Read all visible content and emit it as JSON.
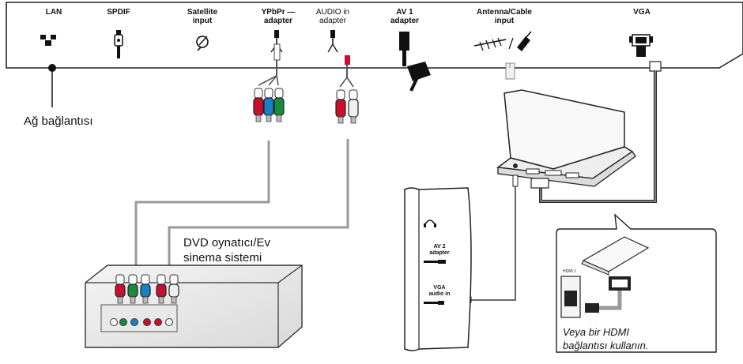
{
  "ports": [
    {
      "id": "lan",
      "lines": [
        "LAN"
      ],
      "icon": "network-icon"
    },
    {
      "id": "spdif",
      "lines": [
        "SPDIF"
      ],
      "icon": "rca-plug-icon"
    },
    {
      "id": "satellite",
      "lines": [
        "Satellite",
        "input"
      ],
      "icon": "satellite-dish-icon"
    },
    {
      "id": "ypbpr",
      "lines": [
        "YPbPr —",
        "adapter"
      ],
      "icon": "ypbpr-adapter-icon"
    },
    {
      "id": "audio-in",
      "lines": [
        "AUDIO in",
        "adapter"
      ],
      "icon": "audio-adapter-icon"
    },
    {
      "id": "av1",
      "lines": [
        "AV 1",
        "adapter"
      ],
      "icon": "av-adapter-icon"
    },
    {
      "id": "antenna",
      "lines": [
        "Antenna/Cable",
        "input"
      ],
      "icon": "antenna-icon"
    },
    {
      "id": "vga",
      "lines": [
        "VGA"
      ],
      "icon": "vga-connector-icon"
    }
  ],
  "labels": {
    "network": "Ağ bağlantısı",
    "dvd_line1": "DVD oynatıcı/Ev",
    "dvd_line2": "sinema sistemi",
    "side_av2_line1": "AV 2",
    "side_av2_line2": "adapter",
    "side_vga_line1": "VGA",
    "side_vga_line2": "audio in",
    "hdmi_port": "HDMI 1",
    "hdmi_note_line1": "Veya bir HDMI",
    "hdmi_note_line2": "bağlantısı kullanın."
  },
  "colors": {
    "cable_gray": "#9a9a9a",
    "cable_dark": "#2a2a2a",
    "plug_red": "#c8102e",
    "plug_green": "#1a8a3c",
    "plug_blue": "#1a7fc4",
    "plug_white": "#f0f0f0"
  }
}
